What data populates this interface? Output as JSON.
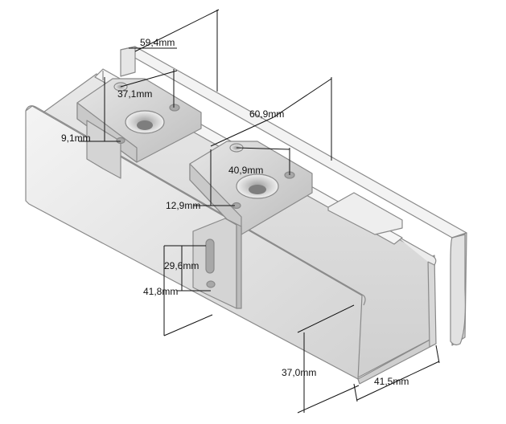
{
  "dimensions": {
    "d1": "59,4mm",
    "d2": "37,1mm",
    "d3": "9,1mm",
    "d4": "60,9mm",
    "d5": "40,9mm",
    "d6": "12,9mm",
    "d7": "29,6mm",
    "d8": "41,8mm",
    "d9": "37,0mm",
    "d10": "41,5mm"
  },
  "colors": {
    "metal_light": "#f2f2f2",
    "metal_mid": "#dcdcdc",
    "metal_dark": "#b8b8b8",
    "edge": "#8a8a8a",
    "line": "#111111"
  }
}
